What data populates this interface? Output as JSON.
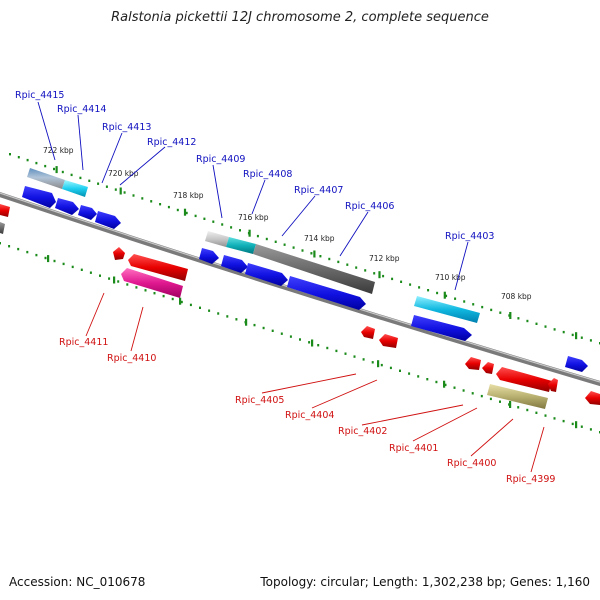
{
  "title": "Ralstonia pickettii 12J chromosome 2, complete sequence",
  "footer": {
    "accession": "Accession: NC_010678",
    "summary": "Topology: circular; Length: 1,302,238 bp; Genes: 1,160"
  },
  "map": {
    "colors": {
      "backbone": "#7a7a7a",
      "tick": "#1a8a1a",
      "forward_label": "#1010c0",
      "reverse_label": "#d01010"
    },
    "tick_labels": [
      "722 kbp",
      "720 kbp",
      "718 kbp",
      "716 kbp",
      "714 kbp",
      "712 kbp",
      "710 kbp",
      "708 kbp"
    ],
    "forward_labels": [
      "Rpic_4415",
      "Rpic_4414",
      "Rpic_4413",
      "Rpic_4412",
      "Rpic_4409",
      "Rpic_4408",
      "Rpic_4407",
      "Rpic_4406",
      "Rpic_4403"
    ],
    "reverse_labels": [
      "Rpic_4411",
      "Rpic_4410",
      "Rpic_4405",
      "Rpic_4404",
      "Rpic_4402",
      "Rpic_4401",
      "Rpic_4400",
      "Rpic_4399"
    ]
  }
}
